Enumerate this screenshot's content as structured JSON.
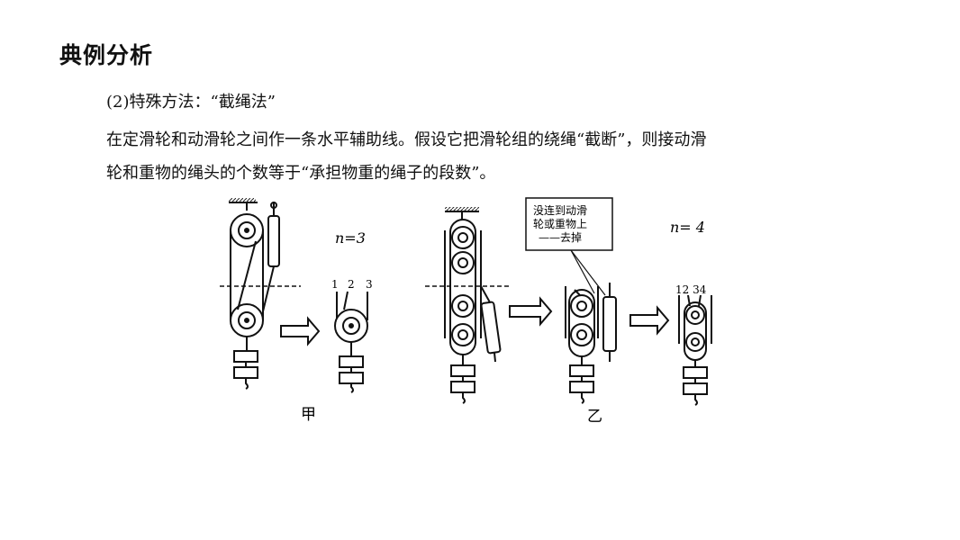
{
  "heading": "典例分析",
  "paragraph": {
    "line1": "(2)特殊方法：“截绳法”",
    "line2": "在定滑轮和动滑轮之间作一条水平辅助线。假设它把滑轮组的绕绳“截断”，则接动滑",
    "line3": "轮和重物的绳头的个数等于“承担物重的绳子的段数”。"
  },
  "figure": {
    "left_n": "n=3",
    "left_rope_labels": [
      "1",
      "2",
      "3"
    ],
    "left_caption": "甲",
    "right_n": "n= 4",
    "right_rope_labels": "12 34",
    "callout_lines": [
      "没连到动滑",
      "轮或重物上",
      "——去掉"
    ],
    "right_caption": "乙"
  }
}
